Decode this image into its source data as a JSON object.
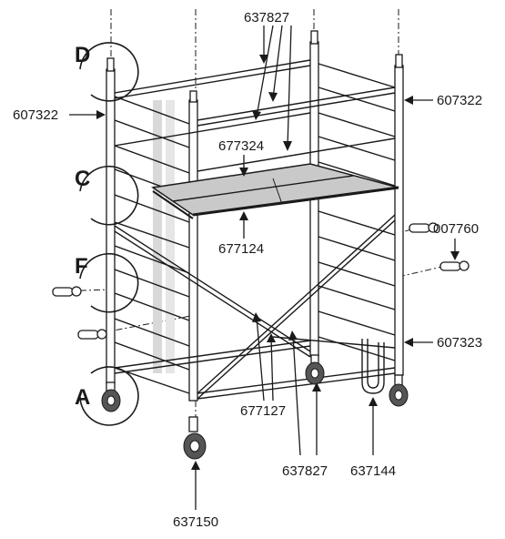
{
  "part_labels": {
    "top_center": "637827",
    "left_frame": "607322",
    "right_frame": "607322",
    "platform_hatch": "677324",
    "platform_fixed": "677124",
    "toe_clip": "007760",
    "lower_frame": "607323",
    "diagonal_brace": "677127",
    "lower_brace": "637827",
    "stabiliser_bar": "637144",
    "castor": "637150"
  },
  "detail_callouts": {
    "d": "D",
    "c": "C",
    "f": "F",
    "a": "A"
  }
}
